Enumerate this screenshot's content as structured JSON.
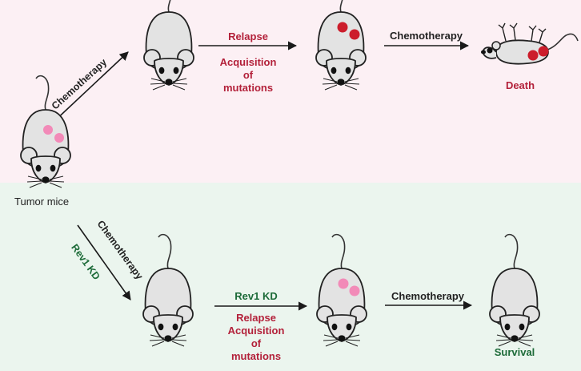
{
  "colors": {
    "top_band": "#fcf0f4",
    "bottom_band": "#ebf5ee",
    "red_text": "#b3213a",
    "green_text": "#1d6b39",
    "black_text": "#222222",
    "tumor_pink": "#f28ab8",
    "tumor_red": "#cc1d2b"
  },
  "top_row": {
    "chemotherapy_1": "Chemotherapy",
    "relapse": "Relapse",
    "acquisition": "Acquisition",
    "of": "of",
    "mutations": "mutations",
    "chemotherapy_2": "Chemotherapy",
    "death": "Death"
  },
  "start": {
    "tumor_mice": "Tumor mice"
  },
  "bottom_row": {
    "chemotherapy_diag": "Chemotherapy",
    "rev1_kd_diag": "Rev1 KD",
    "rev1_kd": "Rev1 KD",
    "relapse": "Relapse",
    "acquisition": "Acquisition",
    "of": "of",
    "mutations": "mutations",
    "chemotherapy": "Chemotherapy",
    "survival": "Survival"
  }
}
